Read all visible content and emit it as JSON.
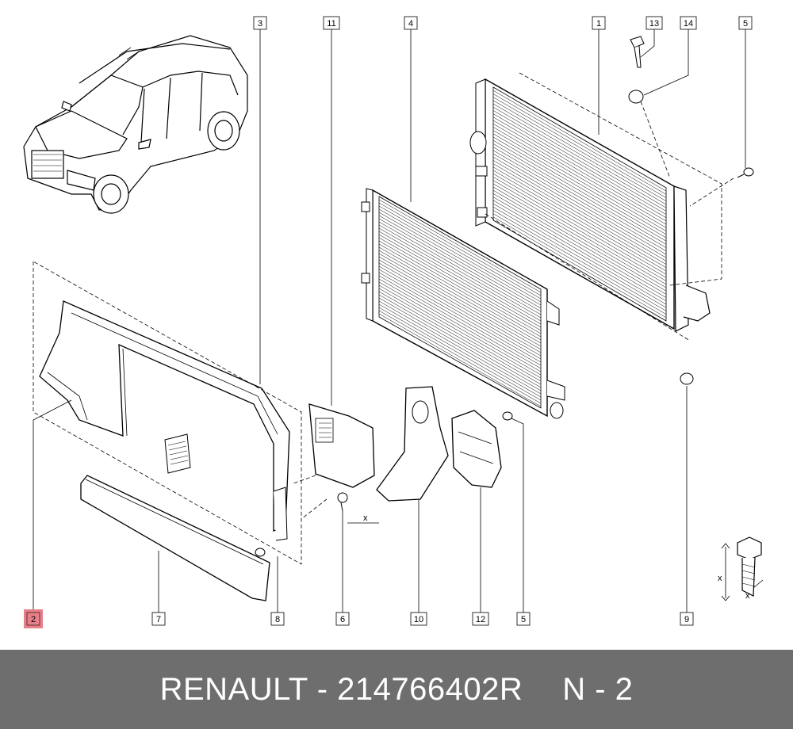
{
  "part_labels": {
    "p1": "1",
    "p2": "2",
    "p3": "3",
    "p4": "4",
    "p5a": "5",
    "p5b": "5",
    "p6": "6",
    "p7": "7",
    "p8": "8",
    "p9": "9",
    "p10": "10",
    "p11": "11",
    "p12": "12",
    "p13": "13",
    "p14": "14"
  },
  "dimension_labels": {
    "x_bracket": "x",
    "x_bolt_a": "x",
    "x_bolt_b": "x"
  },
  "highlight": {
    "part": "2",
    "color": "#e8808a"
  },
  "footer": {
    "brand_part": "RENAULT - 214766402R",
    "position": "N - 2",
    "background": "#6e6e6e",
    "text_color": "#ffffff"
  },
  "icons": [
    "car-icon",
    "radiator-icon",
    "condenser-icon",
    "deflector-icon",
    "air-duct-icon",
    "bolt-icon",
    "clip-icon",
    "booklet-icon"
  ]
}
